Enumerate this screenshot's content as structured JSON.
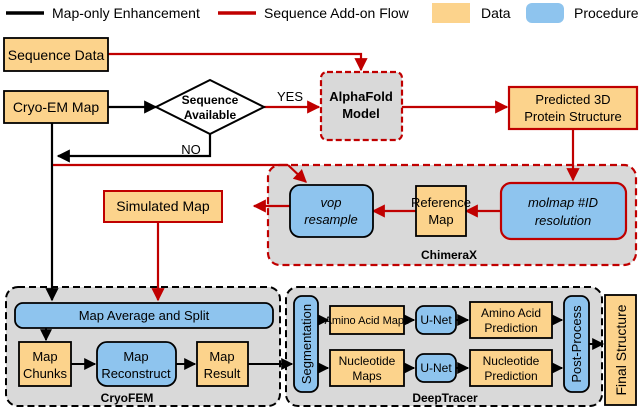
{
  "legend": {
    "black_flow": "Map-only Enhancement",
    "red_flow": "Sequence Add-on Flow",
    "data": "Data",
    "procedure": "Procedure"
  },
  "colors": {
    "data_fill": "#FCD38C",
    "procedure_fill": "#8EC4EE",
    "decision_border": "#000000",
    "red_arrow": "#C00000",
    "black_arrow": "#000000",
    "group_fill": "#D9D9D9",
    "group_border_red": "#C00000",
    "group_border_black": "#000000"
  },
  "nodes": {
    "sequence_data": "Sequence Data",
    "cryo_em_map": "Cryo-EM Map",
    "sequence_available_line1": "Sequence",
    "sequence_available_line2": "Available",
    "alphafold_line1": "AlphaFold",
    "alphafold_line2": "Model",
    "predicted_line1": "Predicted 3D",
    "predicted_line2": "Protein Structure",
    "vop_line1": "vop",
    "vop_line2": "resample",
    "reference_line1": "Reference",
    "reference_line2": "Map",
    "molmap_line1": "molmap #ID",
    "molmap_line2": "resolution",
    "simulated_map": "Simulated Map",
    "map_average_split": "Map Average and Split",
    "map_chunks_line1": "Map",
    "map_chunks_line2": "Chunks",
    "map_reconstruct_line1": "Map",
    "map_reconstruct_line2": "Reconstruct",
    "map_result_line1": "Map",
    "map_result_line2": "Result",
    "segmentation": "Segmentation",
    "amino_maps": "Amino Acid Maps",
    "unet": "U-Net",
    "amino_prediction_line1": "Amino Acid",
    "amino_prediction_line2": "Prediction",
    "nucleotide_maps_line1": "Nucleotide",
    "nucleotide_maps_line2": "Maps",
    "nucleotide_prediction_line1": "Nucleotide",
    "nucleotide_prediction_line2": "Prediction",
    "post_process": "Post-Process",
    "final_structure": "Final Structure"
  },
  "edge_labels": {
    "yes": "YES",
    "no": "NO"
  },
  "groups": {
    "chimerax": "ChimeraX",
    "cryofem": "CryoFEM",
    "deeptracer": "DeepTracer"
  }
}
